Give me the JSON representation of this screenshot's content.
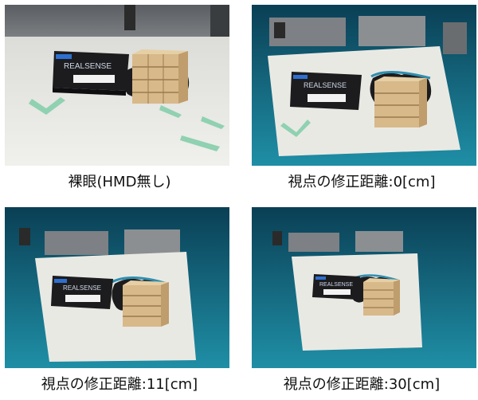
{
  "figure": {
    "panels": [
      {
        "caption": "裸眼(HMD無し)",
        "view": "naked-eye-photo"
      },
      {
        "caption": "視点の修正距離:0[cm]",
        "view": "pointcloud-distance-0"
      },
      {
        "caption": "視点の修正距離:11[cm]",
        "view": "pointcloud-distance-11"
      },
      {
        "caption": "視点の修正距離:30[cm]",
        "view": "pointcloud-distance-30"
      }
    ],
    "box_label": "REALSENSE",
    "colors": {
      "background_teal_top": "#0a3f55",
      "background_teal_bottom": "#1f8fa6",
      "table_white": "#e9e9e4",
      "wood": "#d8b98a",
      "wood_dark": "#9a7a4e",
      "box_black": "#1c1c1e",
      "box_blue_accent": "#2f6fd0",
      "tape_green": "#8fd1b0"
    }
  }
}
